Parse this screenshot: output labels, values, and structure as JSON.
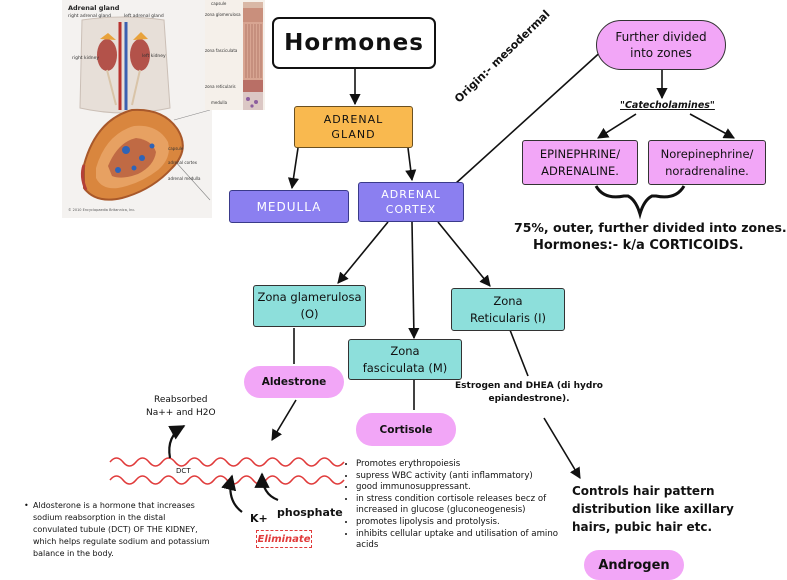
{
  "image": {
    "title": "Adrenal gland",
    "labels": {
      "right_adrenal": "right adrenal gland",
      "left_adrenal": "left adrenal gland",
      "right_kidney": "right kidney",
      "left_kidney": "left kidney",
      "capsule_top": "capsule",
      "zona_glomerulosa": "zona glomerulosa",
      "zona_fasciculata": "zona fasciculata",
      "zona_reticularis": "zona reticularis",
      "medulla_small": "medulla",
      "capsule": "capsule",
      "adrenal_cortex": "adrenal cortex",
      "adrenal_medulla": "adrenal medulla",
      "copyright": "© 2010 Encyclopaedia Britannica, Inc."
    }
  },
  "title": "Hormones",
  "adrenal_gland": "ADRENAL\nGLAND",
  "medulla": "MEDULLA",
  "adrenal_cortex": "ADRENAL\nCORTEX",
  "origin": "Origin:- mesodermal",
  "further_divided": "Further divided\ninto zones",
  "catecholamines": "\"Catecholamines\"",
  "epinephrine": "EPINEPHRINE/\nADRENALINE.",
  "norepinephrine": "Norepinephrine/\nnoradrenaline.",
  "cortex_note_1": "75%, outer, further divided into zones.",
  "cortex_note_2": "Hormones:- k/a CORTICOIDS.",
  "zona_glamerulosa": "Zona glamerulosa\n(O)",
  "zona_fasciculata": "Zona\nfasciculata (M)",
  "zona_reticularis": "Zona\nReticularis (I)",
  "aldestrone": "Aldestrone",
  "cortisole": "Cortisole",
  "estrogen": "Estrogen and DHEA (di hydro\nepiandestrone).",
  "reabsorbed": "Reabsorbed\nNa++ and H2O",
  "dct": "DCT",
  "k_plus": "K+",
  "phosphate": "phosphate",
  "eliminate": "Eliminate",
  "aldosterone_note": "Aldosterone is a hormone that increases sodium reabsorption in the distal convulated tubule (DCT) OF THE KIDNEY, which helps regulate sodium and potassium balance in the body.",
  "cortisole_points": [
    "Promotes erythropoiesis",
    "supress WBC activity (anti inflammatory)",
    "good immunosuppressant.",
    "in stress condition cortisole releases becz of increased in glucose (gluconeogenesis)",
    "promotes lipolysis and protolysis.",
    "inhibits cellular uptake and utilisation of amino acids"
  ],
  "controls_hair": "Controls hair pattern\ndistribution like axillary\nhairs, pubic hair etc.",
  "androgen": "Androgen",
  "colors": {
    "orange": "#f9b94f",
    "purple": "#8b7ff0",
    "pink": "#f2a6f7",
    "teal": "#8ddfdb",
    "red": "#e33b3b"
  }
}
